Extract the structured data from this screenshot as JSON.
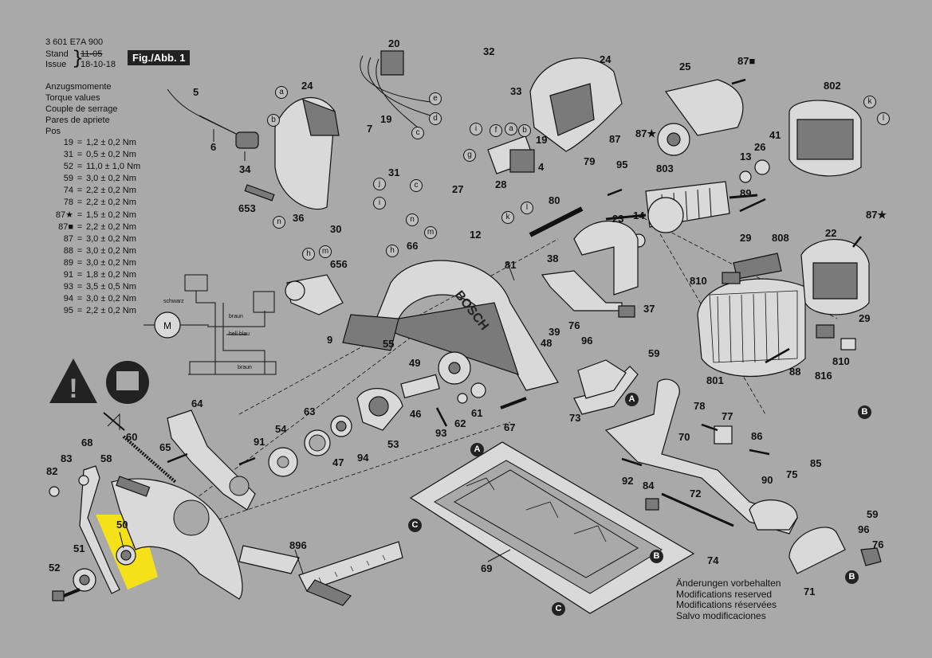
{
  "header": {
    "code": "3 601 E7A 900",
    "stand_label": "Stand",
    "issue_label": "Issue",
    "date_old": "11-05",
    "date_new": "18-10-18",
    "fig_label": "Fig./Abb. 1"
  },
  "torque": {
    "titles": [
      "Anzugsmomente",
      "Torque values",
      "Couple de serrage",
      "Pares de apriete",
      "Pos"
    ],
    "rows": [
      {
        "part": "19",
        "eq": "=",
        "val": "1,2 ± 0,2 Nm"
      },
      {
        "part": "31",
        "eq": "=",
        "val": "0,5 ± 0,2 Nm"
      },
      {
        "part": "52",
        "eq": "=",
        "val": "11,0 ± 1,0 Nm"
      },
      {
        "part": "59",
        "eq": "=",
        "val": "3,0 ± 0,2 Nm"
      },
      {
        "part": "74",
        "eq": "=",
        "val": "2,2 ± 0,2 Nm"
      },
      {
        "part": "78",
        "eq": "=",
        "val": "2,2 ± 0,2 Nm"
      },
      {
        "part": "87★",
        "eq": "=",
        "val": "1,5 ± 0,2 Nm"
      },
      {
        "part": "87■",
        "eq": "=",
        "val": "2,2 ± 0,2 Nm"
      },
      {
        "part": "87",
        "eq": "=",
        "val": "3,0 ± 0,2 Nm"
      },
      {
        "part": "88",
        "eq": "=",
        "val": "3,0 ± 0,2 Nm"
      },
      {
        "part": "89",
        "eq": "=",
        "val": "3,0 ± 0,2 Nm"
      },
      {
        "part": "91",
        "eq": "=",
        "val": "1,8 ± 0,2 Nm"
      },
      {
        "part": "93",
        "eq": "=",
        "val": "3,5 ± 0,5 Nm"
      },
      {
        "part": "94",
        "eq": "=",
        "val": "3,0 ± 0,2 Nm"
      },
      {
        "part": "95",
        "eq": "=",
        "val": "2,2 ± 0,2 Nm"
      }
    ]
  },
  "wiring": {
    "schwarz": "schwarz",
    "braun": "braun",
    "hellblau": "hell blau",
    "motor": "M"
  },
  "footer": [
    "Änderungen vorbehalten",
    "Modifications reserved",
    "Modifications réservées",
    "Salvo modificaciones"
  ],
  "parts": [
    "20",
    "24",
    "32",
    "33",
    "24",
    "87■",
    "25",
    "802",
    "5",
    "6",
    "34",
    "7",
    "19",
    "4",
    "19",
    "87",
    "87★",
    "13",
    "26",
    "41",
    "653",
    "31",
    "27",
    "28",
    "79",
    "95",
    "803",
    "89",
    "14",
    "36",
    "30",
    "12",
    "80",
    "23",
    "29",
    "808",
    "22",
    "87★",
    "656",
    "66",
    "81",
    "38",
    "810",
    "37",
    "9",
    "55",
    "39",
    "48",
    "76",
    "96",
    "59",
    "49",
    "46",
    "64",
    "63",
    "54",
    "91",
    "65",
    "47",
    "94",
    "53",
    "62",
    "61",
    "93",
    "67",
    "73",
    "78",
    "77",
    "70",
    "86",
    "801",
    "88",
    "816",
    "810",
    "29",
    "68",
    "60",
    "83",
    "58",
    "82",
    "50",
    "51",
    "52",
    "896",
    "69",
    "92",
    "84",
    "72",
    "74",
    "90",
    "75",
    "85",
    "59",
    "96",
    "76",
    "71",
    "A",
    "A",
    "B",
    "B",
    "B",
    "C",
    "C"
  ],
  "letters": [
    "a",
    "b",
    "c",
    "d",
    "e",
    "f",
    "g",
    "h",
    "i",
    "j",
    "k",
    "l",
    "m",
    "n"
  ],
  "brand_text": "BOSCH",
  "colors": {
    "background": "#a9a9a9",
    "highlight": "#f5e11a",
    "ink": "#111111"
  },
  "highlighted_part": "50"
}
